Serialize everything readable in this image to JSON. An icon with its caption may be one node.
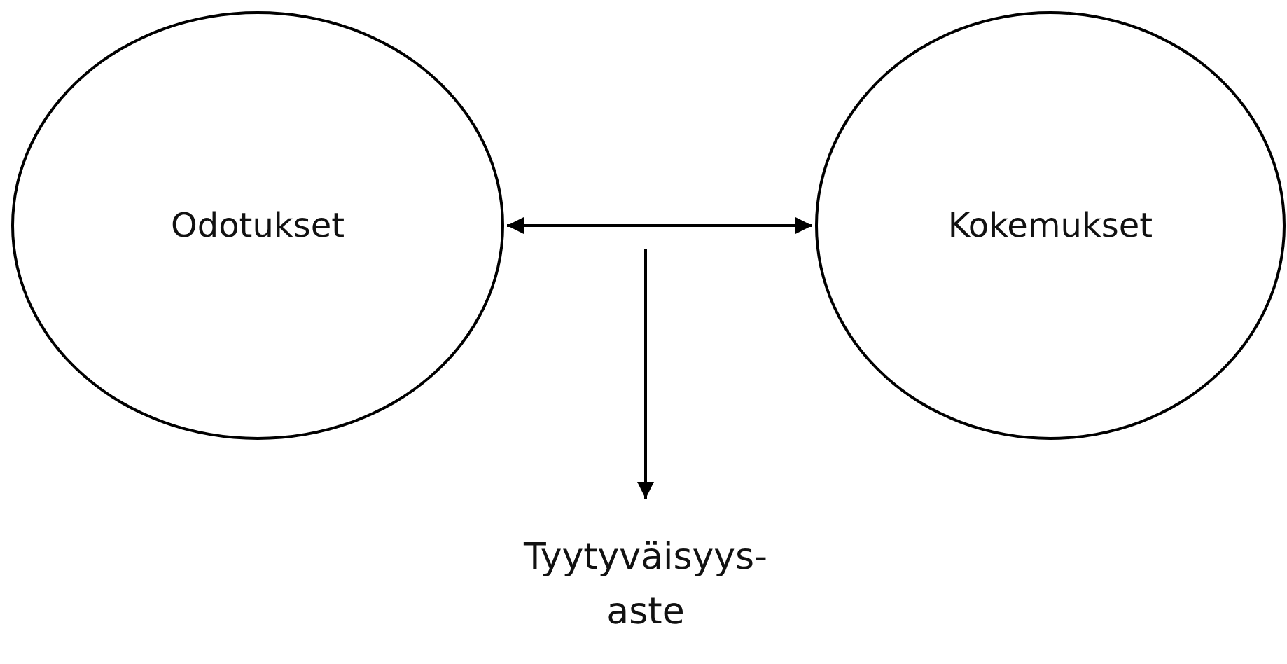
{
  "diagram": {
    "nodes": [
      {
        "text": [
          "Odotukset"
        ]
      },
      {
        "text": [
          "Kokemukset"
        ]
      },
      {
        "text": [
          "Tyytyväisyys- aste"
        ]
      }
    ],
    "edges": [
      {
        "from": 0,
        "to": 1,
        "arrow": "both"
      },
      {
        "from": null,
        "to": 2,
        "arrow": "to"
      }
    ]
  }
}
